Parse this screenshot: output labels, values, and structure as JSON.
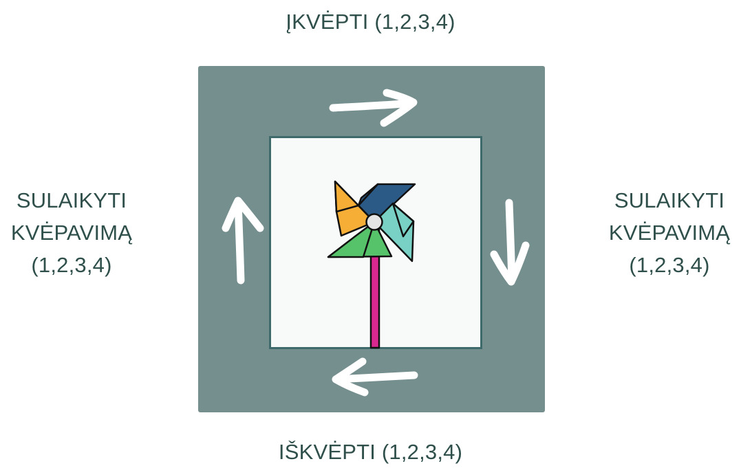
{
  "labels": {
    "top": "ĮKVĖPTI (1,2,3,4)",
    "bottom": "IŠKVĖPTI (1,2,3,4)",
    "left": {
      "line1": "SULAIKYTI",
      "line2": "KVĖPAVIMĄ",
      "line3": "(1,2,3,4)"
    },
    "right": {
      "line1": "SULAIKYTI",
      "line2": "KVĖPAVIMĄ",
      "line3": "(1,2,3,4)"
    }
  },
  "icons": {
    "center": "pinwheel-icon",
    "arrows": [
      "arrow-right-icon",
      "arrow-down-icon",
      "arrow-left-icon",
      "arrow-up-icon"
    ]
  },
  "colors": {
    "text": "#2f4f4b",
    "outer_square": "#758f8e",
    "inner_square_border": "#3e6a6c",
    "inner_square_fill": "#f8faf9",
    "pinwheel_orange": "#f6ae36",
    "pinwheel_blue": "#2b5a87",
    "pinwheel_teal": "#79d0c5",
    "pinwheel_green": "#56c26a",
    "pinwheel_stick": "#d9288f"
  }
}
